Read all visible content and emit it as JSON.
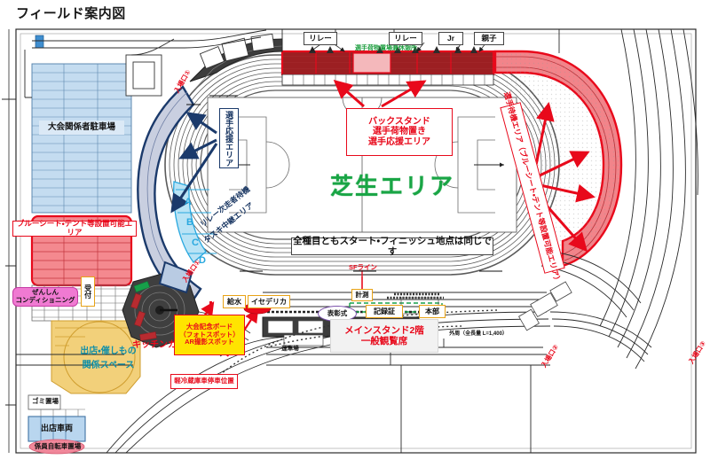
{
  "page": {
    "title": "フィールド案内図"
  },
  "colors": {
    "red": "#e8091b",
    "navy": "#14325f",
    "green": "#19a545",
    "teal": "#0f8fa8",
    "yellow_fill": "#ffe400",
    "light_blue": "#29a8df",
    "magenta": "#f07ad2",
    "sand": "#f2d07a",
    "parking_blue": "#b9d6ef",
    "tent_red": "#f4898f",
    "stand_red": "#9c1f22",
    "track_red": "#f2848a",
    "violet": "#7b52ab"
  },
  "map": {
    "center_field_label": "芝生エリア",
    "start_finish_note": "全種目ともスタート・フィニッシュ地点は同じです",
    "sf_line_label": "SFライン",
    "baggage_rest_label": "選手荷物置場兼休憩所",
    "backstand_callout": "バックスタンド\n選手荷物置き\n選手応援エリア",
    "waiting_area_callout": "選手待機エリア（ブルーシート・テント等設置可能エリア）",
    "cheer_area_label": "選手応援エリア",
    "relay_handoff_label_line1": "リレー次走者待機",
    "relay_handoff_label_line2": "タスキ中継エリア",
    "blue_sheet_area_label": "ブルーシート・テント等設置可能エリア",
    "staff_parking_label": "大会関係者駐車場",
    "main_stand_callout": "メインスタンド2階\n一般観覧席",
    "kitchen_car_label": "キッチンカー",
    "photo_board_callout": "大会記念ボード\n（フォトスポット）\nAR撮影スポット",
    "fridge_truck_callout": "軽冷蔵庫車停車位置",
    "booth_space_label_line1": "出店・催しもの",
    "booth_space_label_line2": "関係スペース",
    "conditioning_label_line1": "ぜんしん",
    "conditioning_label_line2": "コンディショニング",
    "reception_label": "受付",
    "garbage_label": "ゴミ置場",
    "booth_vehicle_label": "出店車両",
    "staff_bicycle_label": "係員自転車置場",
    "water_label": "給水",
    "isedelica_label": "イセデリカ",
    "award_label": "表彰式",
    "timing_label": "計測",
    "record_cert_label": "記録証",
    "headquarters_label": "本部",
    "parking_small_label": "運車場",
    "top_markers": [
      {
        "label": "リレー"
      },
      {
        "label": "リレー"
      },
      {
        "label": "Jr"
      },
      {
        "label": "親子"
      }
    ],
    "gates": [
      {
        "label": "入場口①"
      },
      {
        "label": "入場口②"
      },
      {
        "label": "入場口③"
      }
    ],
    "lane_letters": [
      "A",
      "B",
      "C",
      "D"
    ],
    "dimension_notes": [
      "外周（全長量 L=1,400）"
    ]
  }
}
